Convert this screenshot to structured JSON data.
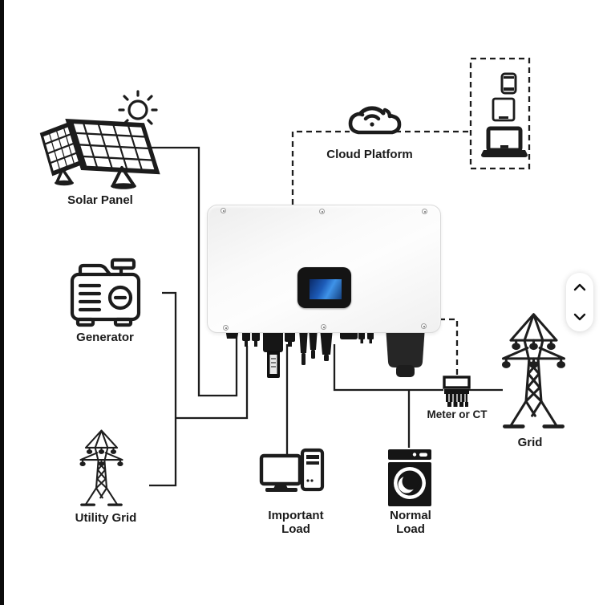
{
  "page": {
    "background_color": "#ffffff",
    "edge_bar_color": "#0c0c0c",
    "line_color": "#1c1c1c",
    "screen_color": "#1d5cb8"
  },
  "diagram": {
    "labels": {
      "solar_panel": "Solar Panel",
      "generator": "Generator",
      "utility_grid": "Utility Grid",
      "cloud_platform": "Cloud Platform",
      "meter": "Meter or CT",
      "grid": "Grid",
      "important_load": {
        "line1": "Important",
        "line2": "Load"
      },
      "normal_load": {
        "line1": "Normal",
        "line2": "Load"
      }
    },
    "icons": [
      "sun-icon",
      "solar-panel-icon",
      "generator-icon",
      "utility-grid-tower-icon",
      "cloud-wifi-icon",
      "phone-icon",
      "tablet-icon",
      "laptop-icon",
      "inverter-display",
      "computer-icon",
      "washing-machine-icon",
      "meter-icon",
      "grid-tower-icon"
    ]
  },
  "carousel": {
    "up_icon": "chevron-up",
    "down_icon": "chevron-down"
  }
}
